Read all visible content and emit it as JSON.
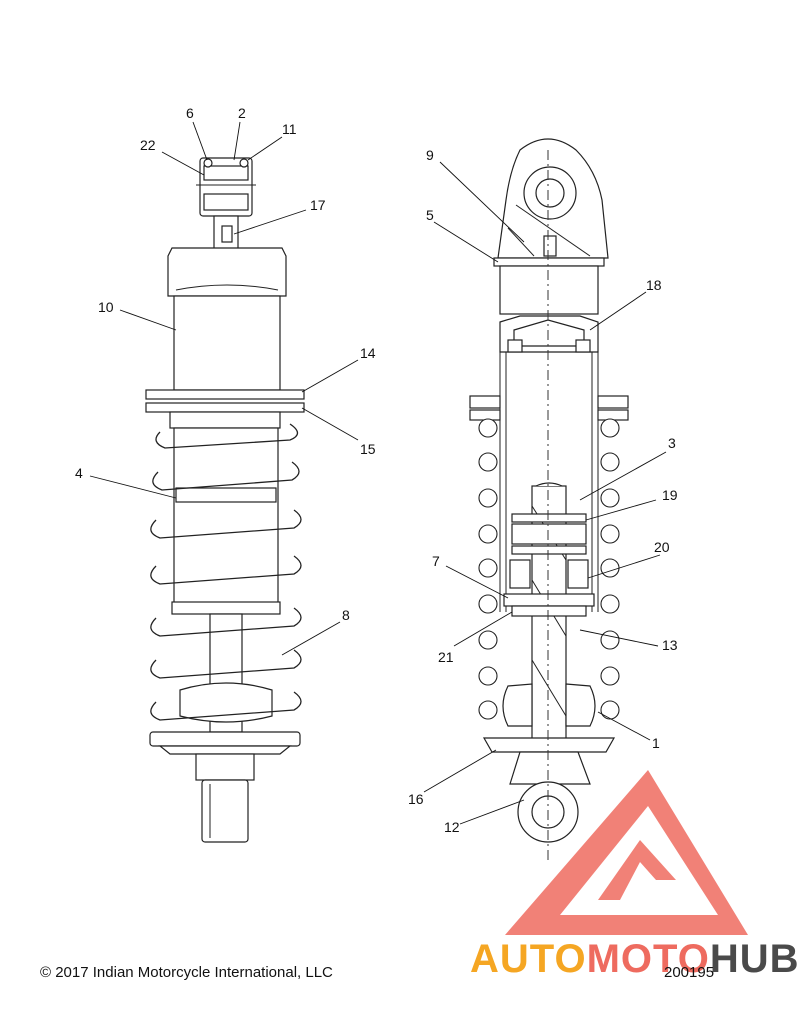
{
  "diagram": {
    "callouts": [
      {
        "id": "c6",
        "label": "6"
      },
      {
        "id": "c2",
        "label": "2"
      },
      {
        "id": "c11",
        "label": "11"
      },
      {
        "id": "c22",
        "label": "22"
      },
      {
        "id": "c17",
        "label": "17"
      },
      {
        "id": "c10",
        "label": "10"
      },
      {
        "id": "c14",
        "label": "14"
      },
      {
        "id": "c15",
        "label": "15"
      },
      {
        "id": "c4",
        "label": "4"
      },
      {
        "id": "c8",
        "label": "8"
      },
      {
        "id": "c9",
        "label": "9"
      },
      {
        "id": "c5",
        "label": "5"
      },
      {
        "id": "c18",
        "label": "18"
      },
      {
        "id": "c3",
        "label": "3"
      },
      {
        "id": "c19",
        "label": "19"
      },
      {
        "id": "c20",
        "label": "20"
      },
      {
        "id": "c7",
        "label": "7"
      },
      {
        "id": "c21",
        "label": "21"
      },
      {
        "id": "c13",
        "label": "13"
      },
      {
        "id": "c1",
        "label": "1"
      },
      {
        "id": "c16",
        "label": "16"
      },
      {
        "id": "c12",
        "label": "12"
      }
    ]
  },
  "footer": {
    "copyright": "© 2017 Indian Motorcycle International, LLC",
    "figure_number": "200195"
  },
  "watermark": {
    "word_part1": "AUTO",
    "word_part2": "MOTO",
    "word_part3": "HUB",
    "color_orange": "#f5a623",
    "color_red": "#ee6b5f",
    "color_gray": "#4a4a4a"
  }
}
